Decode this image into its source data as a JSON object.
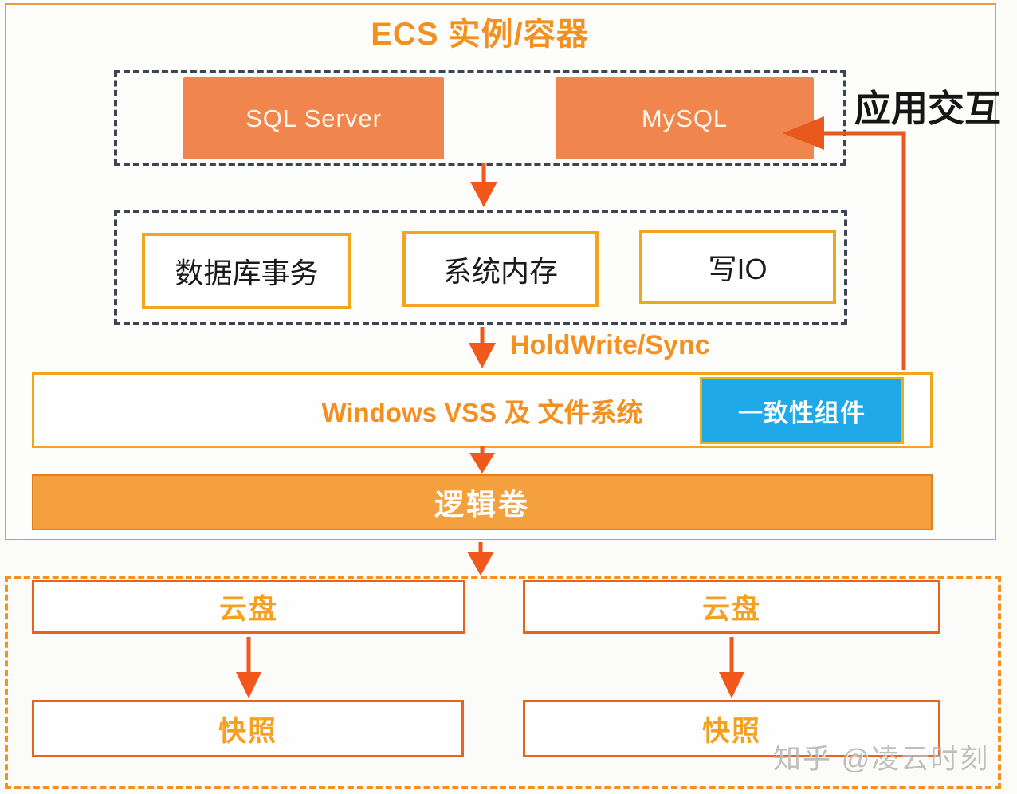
{
  "title": "ECS 实例/容器",
  "app_interaction_label": "应用交互",
  "databases": {
    "sql_server": "SQL Server",
    "mysql": "MySQL"
  },
  "resources": {
    "db_transaction": "数据库事务",
    "system_memory": "系统内存",
    "write_io": "写IO"
  },
  "sync_label": "HoldWrite/Sync",
  "vss": {
    "label": "Windows VSS 及 文件系统",
    "consistency_component": "一致性组件"
  },
  "logical_volume": "逻辑卷",
  "storage": {
    "left": {
      "disk": "云盘",
      "snapshot": "快照"
    },
    "right": {
      "disk": "云盘",
      "snapshot": "快照"
    }
  },
  "watermark": "知乎 @凌云时刻",
  "colors": {
    "db_box_fill": "#f0854d",
    "logical_volume_fill": "#f5a03f",
    "outline_gold": "#f2a51f",
    "arrow_orange": "#f2571c",
    "label_orange": "#f39020",
    "consistency_blue": "#1fa9e9",
    "dashed_gray": "#3d4452",
    "dashed_orange": "#f6901e"
  }
}
